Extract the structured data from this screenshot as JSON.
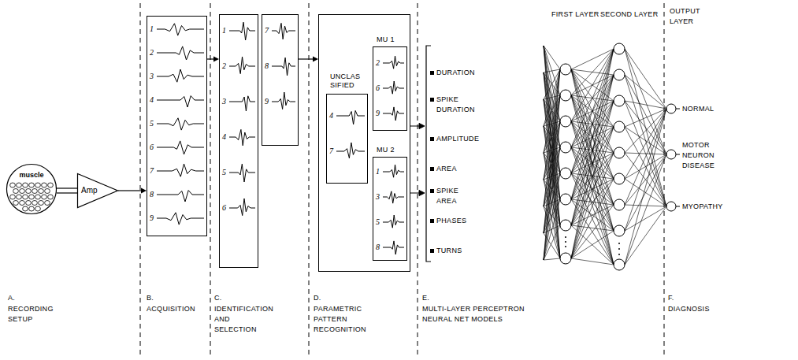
{
  "diagram": {
    "nodes": [
      {
        "text": [
          "muscle"
        ]
      },
      {
        "text": [
          "Amp"
        ]
      },
      {
        "text": [
          "1",
          "2",
          "3",
          "4",
          "5",
          "6",
          "7",
          "8",
          "9"
        ]
      },
      {
        "text": [
          "1",
          "2",
          "3",
          "4",
          "5",
          "6"
        ]
      },
      {
        "text": [
          "7",
          "8",
          "9"
        ]
      },
      {
        "text": []
      },
      {
        "text": [
          "UNCLAS SIFIED",
          "4",
          "7"
        ],
        "in": 5
      },
      {
        "text": [
          "MU 1",
          "2",
          "6",
          "9"
        ],
        "in": 5
      },
      {
        "text": [
          "MU 2",
          "1",
          "3",
          "5",
          "8"
        ],
        "in": 5
      }
    ],
    "edges": [
      {
        "from": 0,
        "to": 1,
        "arrow": "none"
      },
      {
        "from": 1,
        "to": 2,
        "arrow": "to"
      },
      {
        "from": 2,
        "to": 3,
        "arrow": "to"
      },
      {
        "from": 4,
        "to": 5,
        "arrow": "to"
      }
    ],
    "labels": [
      "DURATION",
      "SPIKE DURATION",
      "AMPLITUDE",
      "AREA",
      "SPIKE AREA",
      "PHASES",
      "TURNS",
      "FIRST LAYER",
      "SECOND LAYER",
      "OUTPUT LAYER",
      "NORMAL",
      "MOTOR NEURON DISEASE",
      "MYOPATHY",
      "A.",
      "RECORDING SETUP",
      "B.",
      "ACQUISITION",
      "C.",
      "IDENTIFICATION AND SELECTION",
      "D.",
      "PARAMETRIC PATTERN RECOGNITION",
      "E.",
      "MULTI-LAYER PERCEPTRON NEURAL NET MODELS",
      "F.",
      "DIAGNOSIS"
    ]
  }
}
